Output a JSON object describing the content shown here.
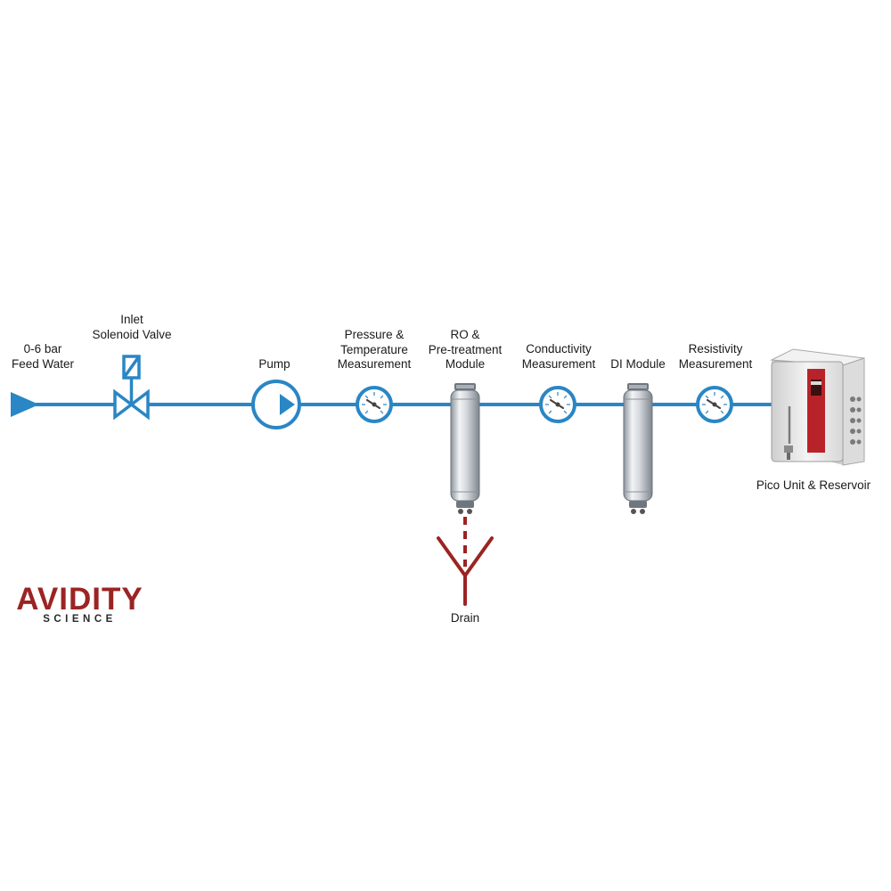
{
  "colors": {
    "pipe": "#2a86c4",
    "drain": "#9b2423",
    "brand": "#9b2423",
    "module_body": "#c9ced4",
    "unit_body": "#e6e6e6",
    "unit_panel": "#b8232a"
  },
  "labels": {
    "feed_water": "0-6 bar\nFeed Water",
    "solenoid_valve": "Inlet\nSolenoid Valve",
    "pump": "Pump",
    "pressure_temp": "Pressure &\nTemperature\nMeasurement",
    "ro_module": "RO &\nPre-treatment\nModule",
    "conductivity": "Conductivity\nMeasurement",
    "di_module": "DI Module",
    "resistivity": "Resistivity\nMeasurement",
    "pico_unit": "Pico Unit & Reservoir",
    "drain": "Drain"
  },
  "brand": {
    "name": "AVIDITY",
    "sub": "SCIENCE"
  },
  "icons": [
    "inlet-arrow-icon",
    "solenoid-valve-icon",
    "pump-icon",
    "gauge-icon",
    "filter-cartridge-icon",
    "drain-funnel-icon",
    "pico-unit-icon"
  ]
}
